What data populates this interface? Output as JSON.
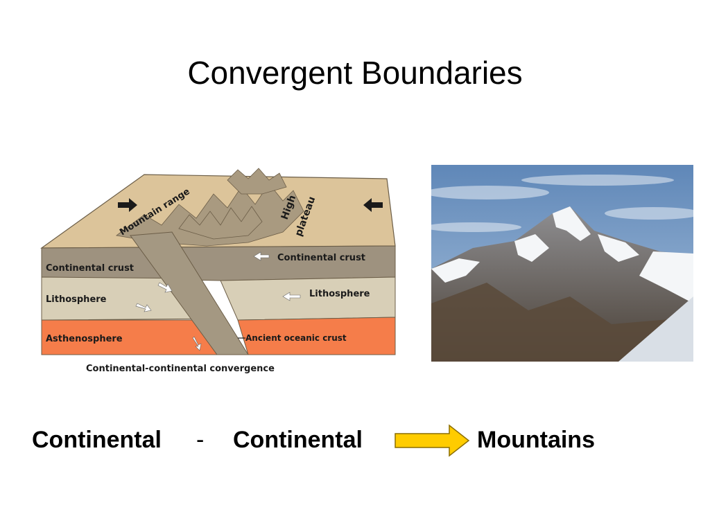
{
  "slide": {
    "title": "Convergent Boundaries"
  },
  "diagram": {
    "labels": {
      "mountain_range": "Mountain range",
      "high": "High",
      "plateau": "plateau",
      "continental_crust_left": "Continental crust",
      "continental_crust_right": "Continental crust",
      "lithosphere_left": "Lithosphere",
      "lithosphere_right": "Lithosphere",
      "asthenosphere": "Asthenosphere",
      "ancient_oceanic_crust": "Ancient oceanic crust",
      "caption": "Continental-continental convergence"
    },
    "colors": {
      "surface": "#dcc49a",
      "crust": "#9e927f",
      "lithosphere": "#d8cfb7",
      "asthenosphere": "#f57d4a"
    }
  },
  "photo": {
    "subject": "snow-capped mountain peak",
    "sky": "#7ea2c9"
  },
  "bottom": {
    "left": "Continental",
    "dash": "-",
    "middle": "Continental",
    "right": "Mountains",
    "arrow_color": "#ffcc00"
  }
}
